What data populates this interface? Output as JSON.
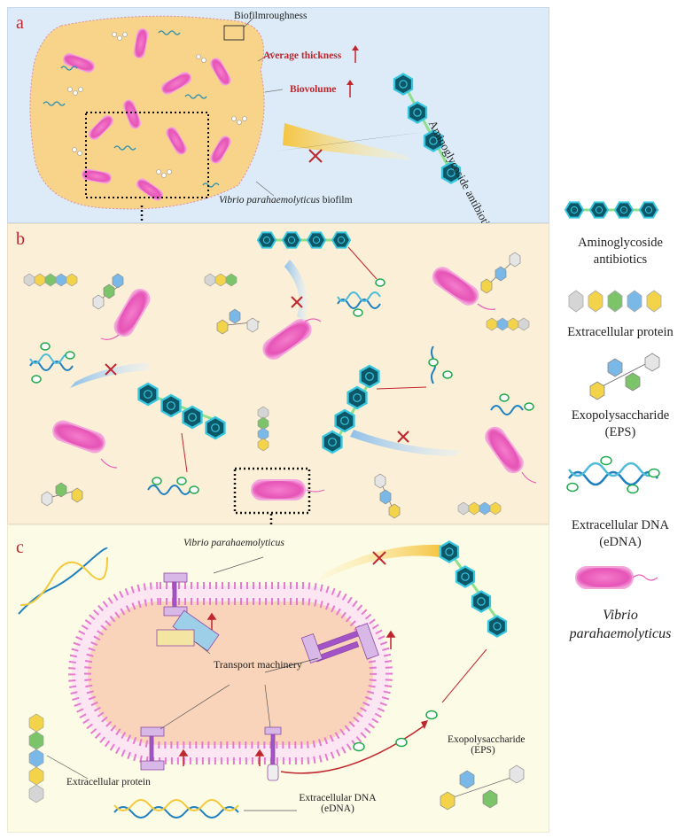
{
  "panels": {
    "a": {
      "label": "a",
      "roughness_label": "Biofilmroughness",
      "thickness_label": "Average thickness",
      "biovolume_label": "Biovolume",
      "antibiotic_label": "Aminoglycoside antibiotics",
      "biofilm_label_species": "Vibrio parahaemolyticus",
      "biofilm_label_suffix": " biofilm"
    },
    "b": {
      "label": "b"
    },
    "c": {
      "label": "c",
      "species_label": "Vibrio parahaemolyticus",
      "transport_label": "Transport machinery",
      "protein_label": "Extracellular protein",
      "eps_label_line1": "Exopolysaccharide",
      "eps_label_line2": "(EPS)",
      "edna_label_line1": "Extracellular DNA",
      "edna_label_line2": "(eDNA)"
    }
  },
  "legend": [
    {
      "key": "aminoglycoside",
      "line1": "Aminoglycoside",
      "line2": "antibiotics"
    },
    {
      "key": "protein",
      "line1": "Extracellular protein",
      "line2": ""
    },
    {
      "key": "eps",
      "line1": "Exopolysaccharide",
      "line2": "(EPS)"
    },
    {
      "key": "edna",
      "line1": "Extracellular DNA",
      "line2": "(eDNA)"
    },
    {
      "key": "bacterium",
      "line1": "Vibrio",
      "line2": "parahaemolyticus"
    }
  ],
  "colors": {
    "panel_a_bg": "#dcebf7",
    "panel_b_bg": "#fbf0d7",
    "panel_c_bg": "#fcfbe6",
    "biofilm": "#f8d58a",
    "bacterium": "#e85fb8",
    "antibiotic": "#0f5f6f",
    "membrane": "#e67ad0",
    "cell_inner": "#f8d6b8",
    "accent_red": "#c0262d",
    "arrow_yellow": "#f5c542",
    "arrow_blue": "#9cc7ea"
  }
}
